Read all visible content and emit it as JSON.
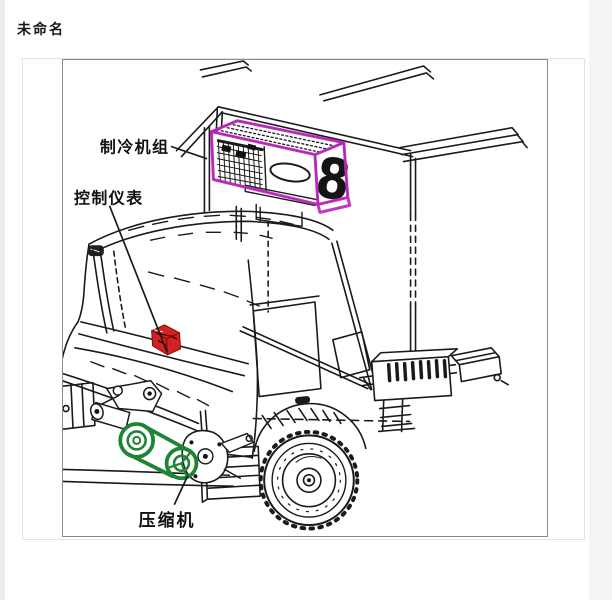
{
  "page": {
    "title": "未命名"
  },
  "figure": {
    "labels": {
      "refrigeration_unit": "制冷机组",
      "control_instrument": "控制仪表",
      "compressor": "压缩机"
    },
    "unit_badge": "8",
    "highlight_colors": {
      "refrigeration_unit": "#c128c1",
      "control_instrument": "#d42222",
      "compressor": "#1f8534"
    },
    "line_color": "#1a1a1a"
  }
}
